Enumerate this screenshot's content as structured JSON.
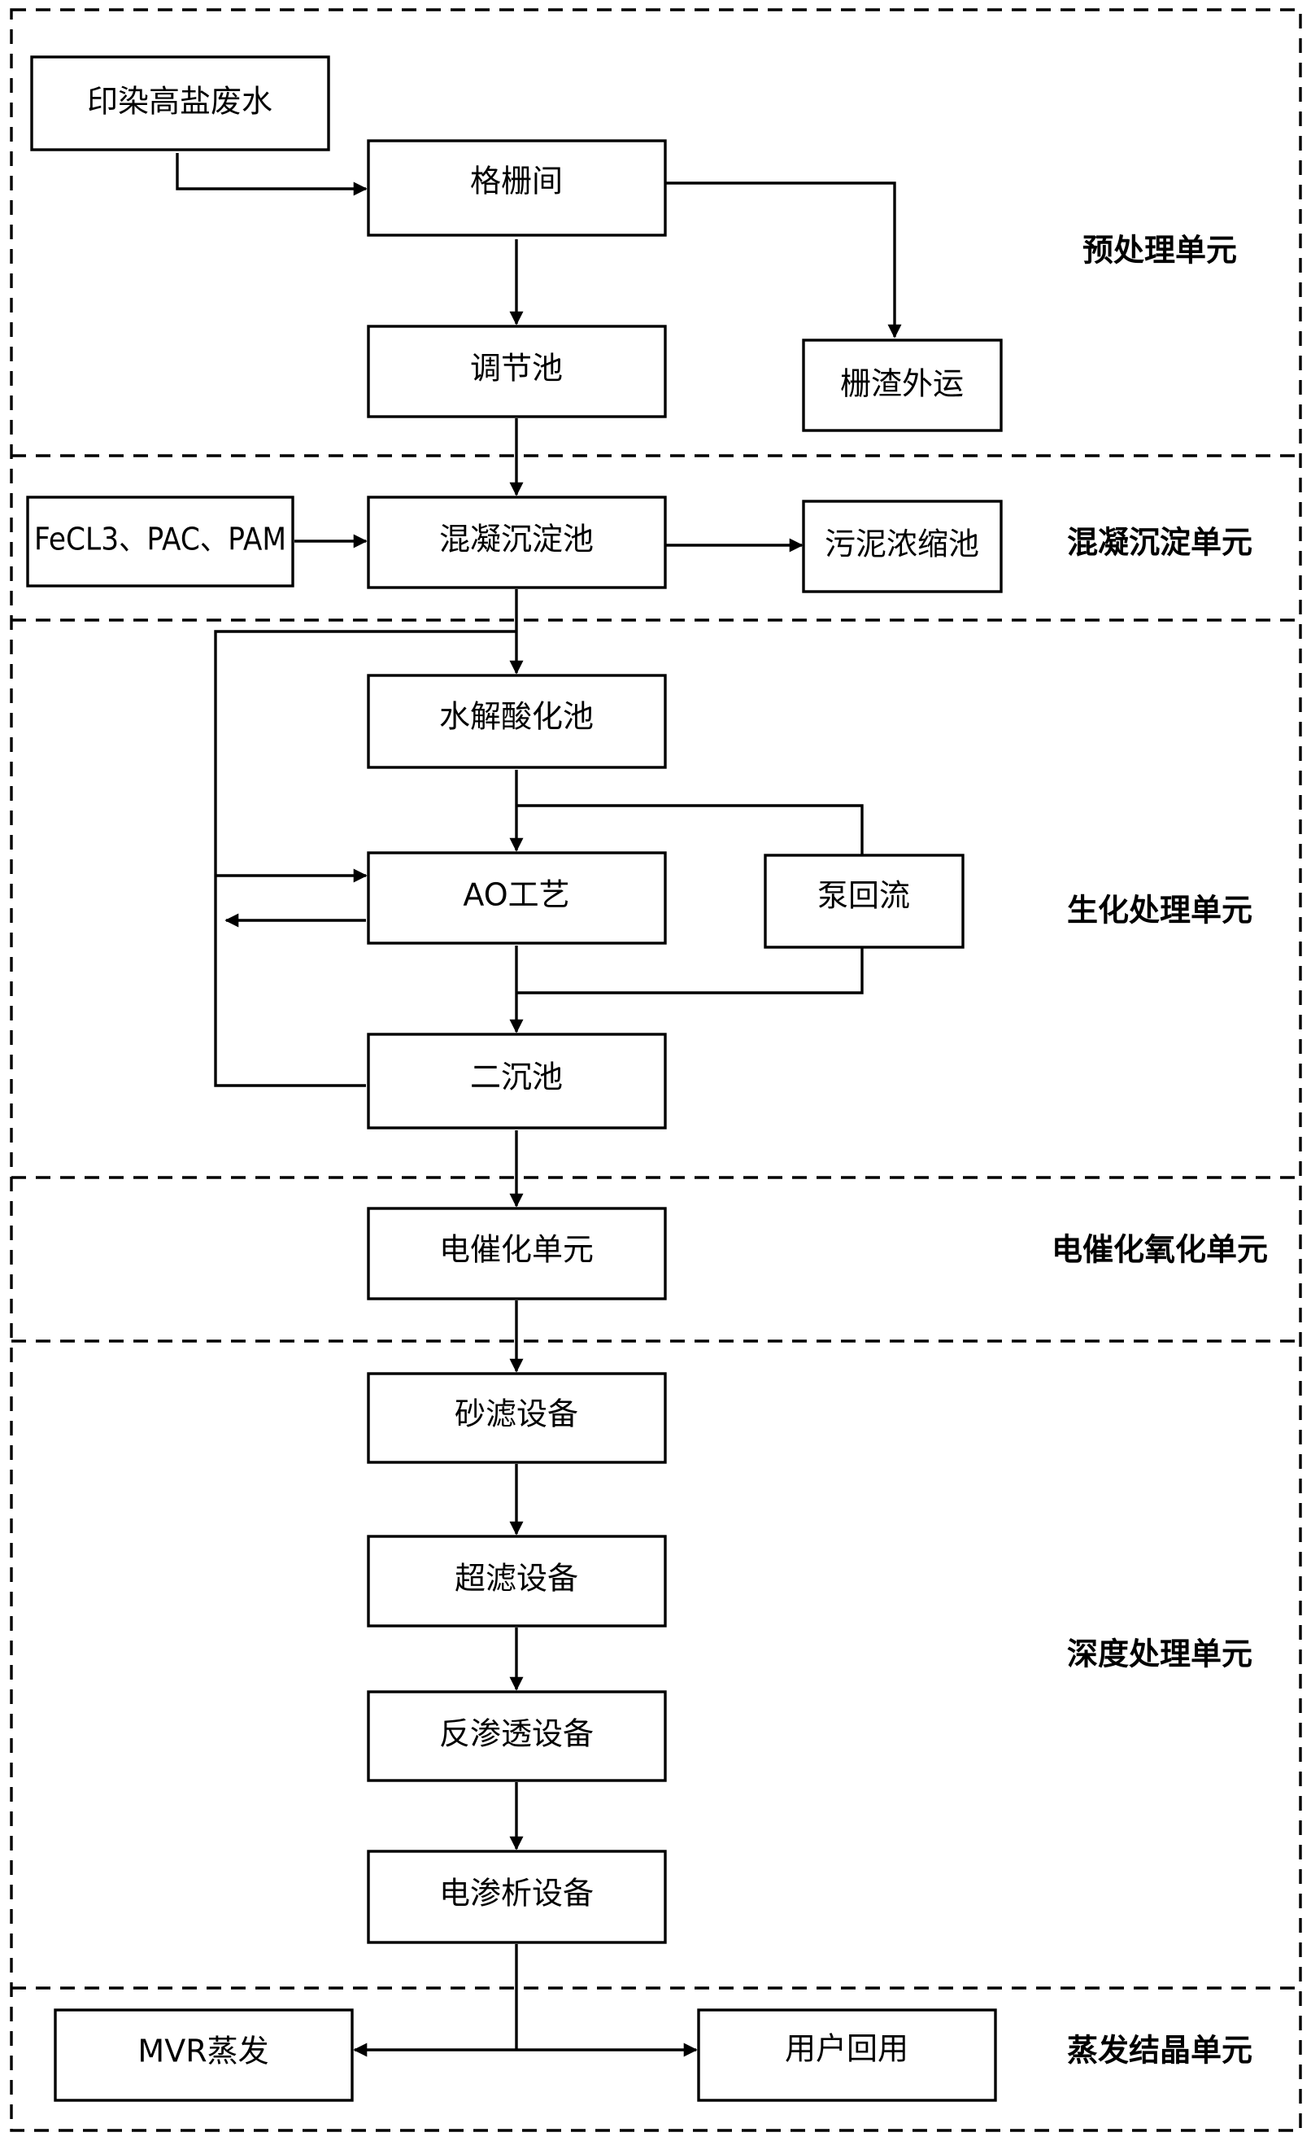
{
  "nodes": {
    "wastewater": "印染高盐废水",
    "grid_room": "格栅间",
    "equalization_tank": "调节池",
    "screenings_removal": "栅渣外运",
    "chemicals": "FeCL3、PAC、PAM",
    "coag_sed_tank": "混凝沉淀池",
    "sludge_thickening": "污泥浓缩池",
    "hydrolysis_tank": "水解酸化池",
    "ao_process": "AO工艺",
    "pump_return": "泵回流",
    "secondary_clarifier": "二沉池",
    "electrocatalysis": "电催化单元",
    "sand_filter": "砂滤设备",
    "ultrafiltration": "超滤设备",
    "reverse_osmosis": "反渗透设备",
    "electrodialysis": "电渗析设备",
    "mvr_evaporation": "MVR蒸发",
    "user_reuse": "用户回用"
  },
  "sections": {
    "pretreatment": "预处理单元",
    "coagulation": "混凝沉淀单元",
    "biochemical": "生化处理单元",
    "electrocatalytic_oxidation": "电催化氧化单元",
    "advanced_treatment": "深度处理单元",
    "evaporation_crystallization": "蒸发结晶单元"
  }
}
